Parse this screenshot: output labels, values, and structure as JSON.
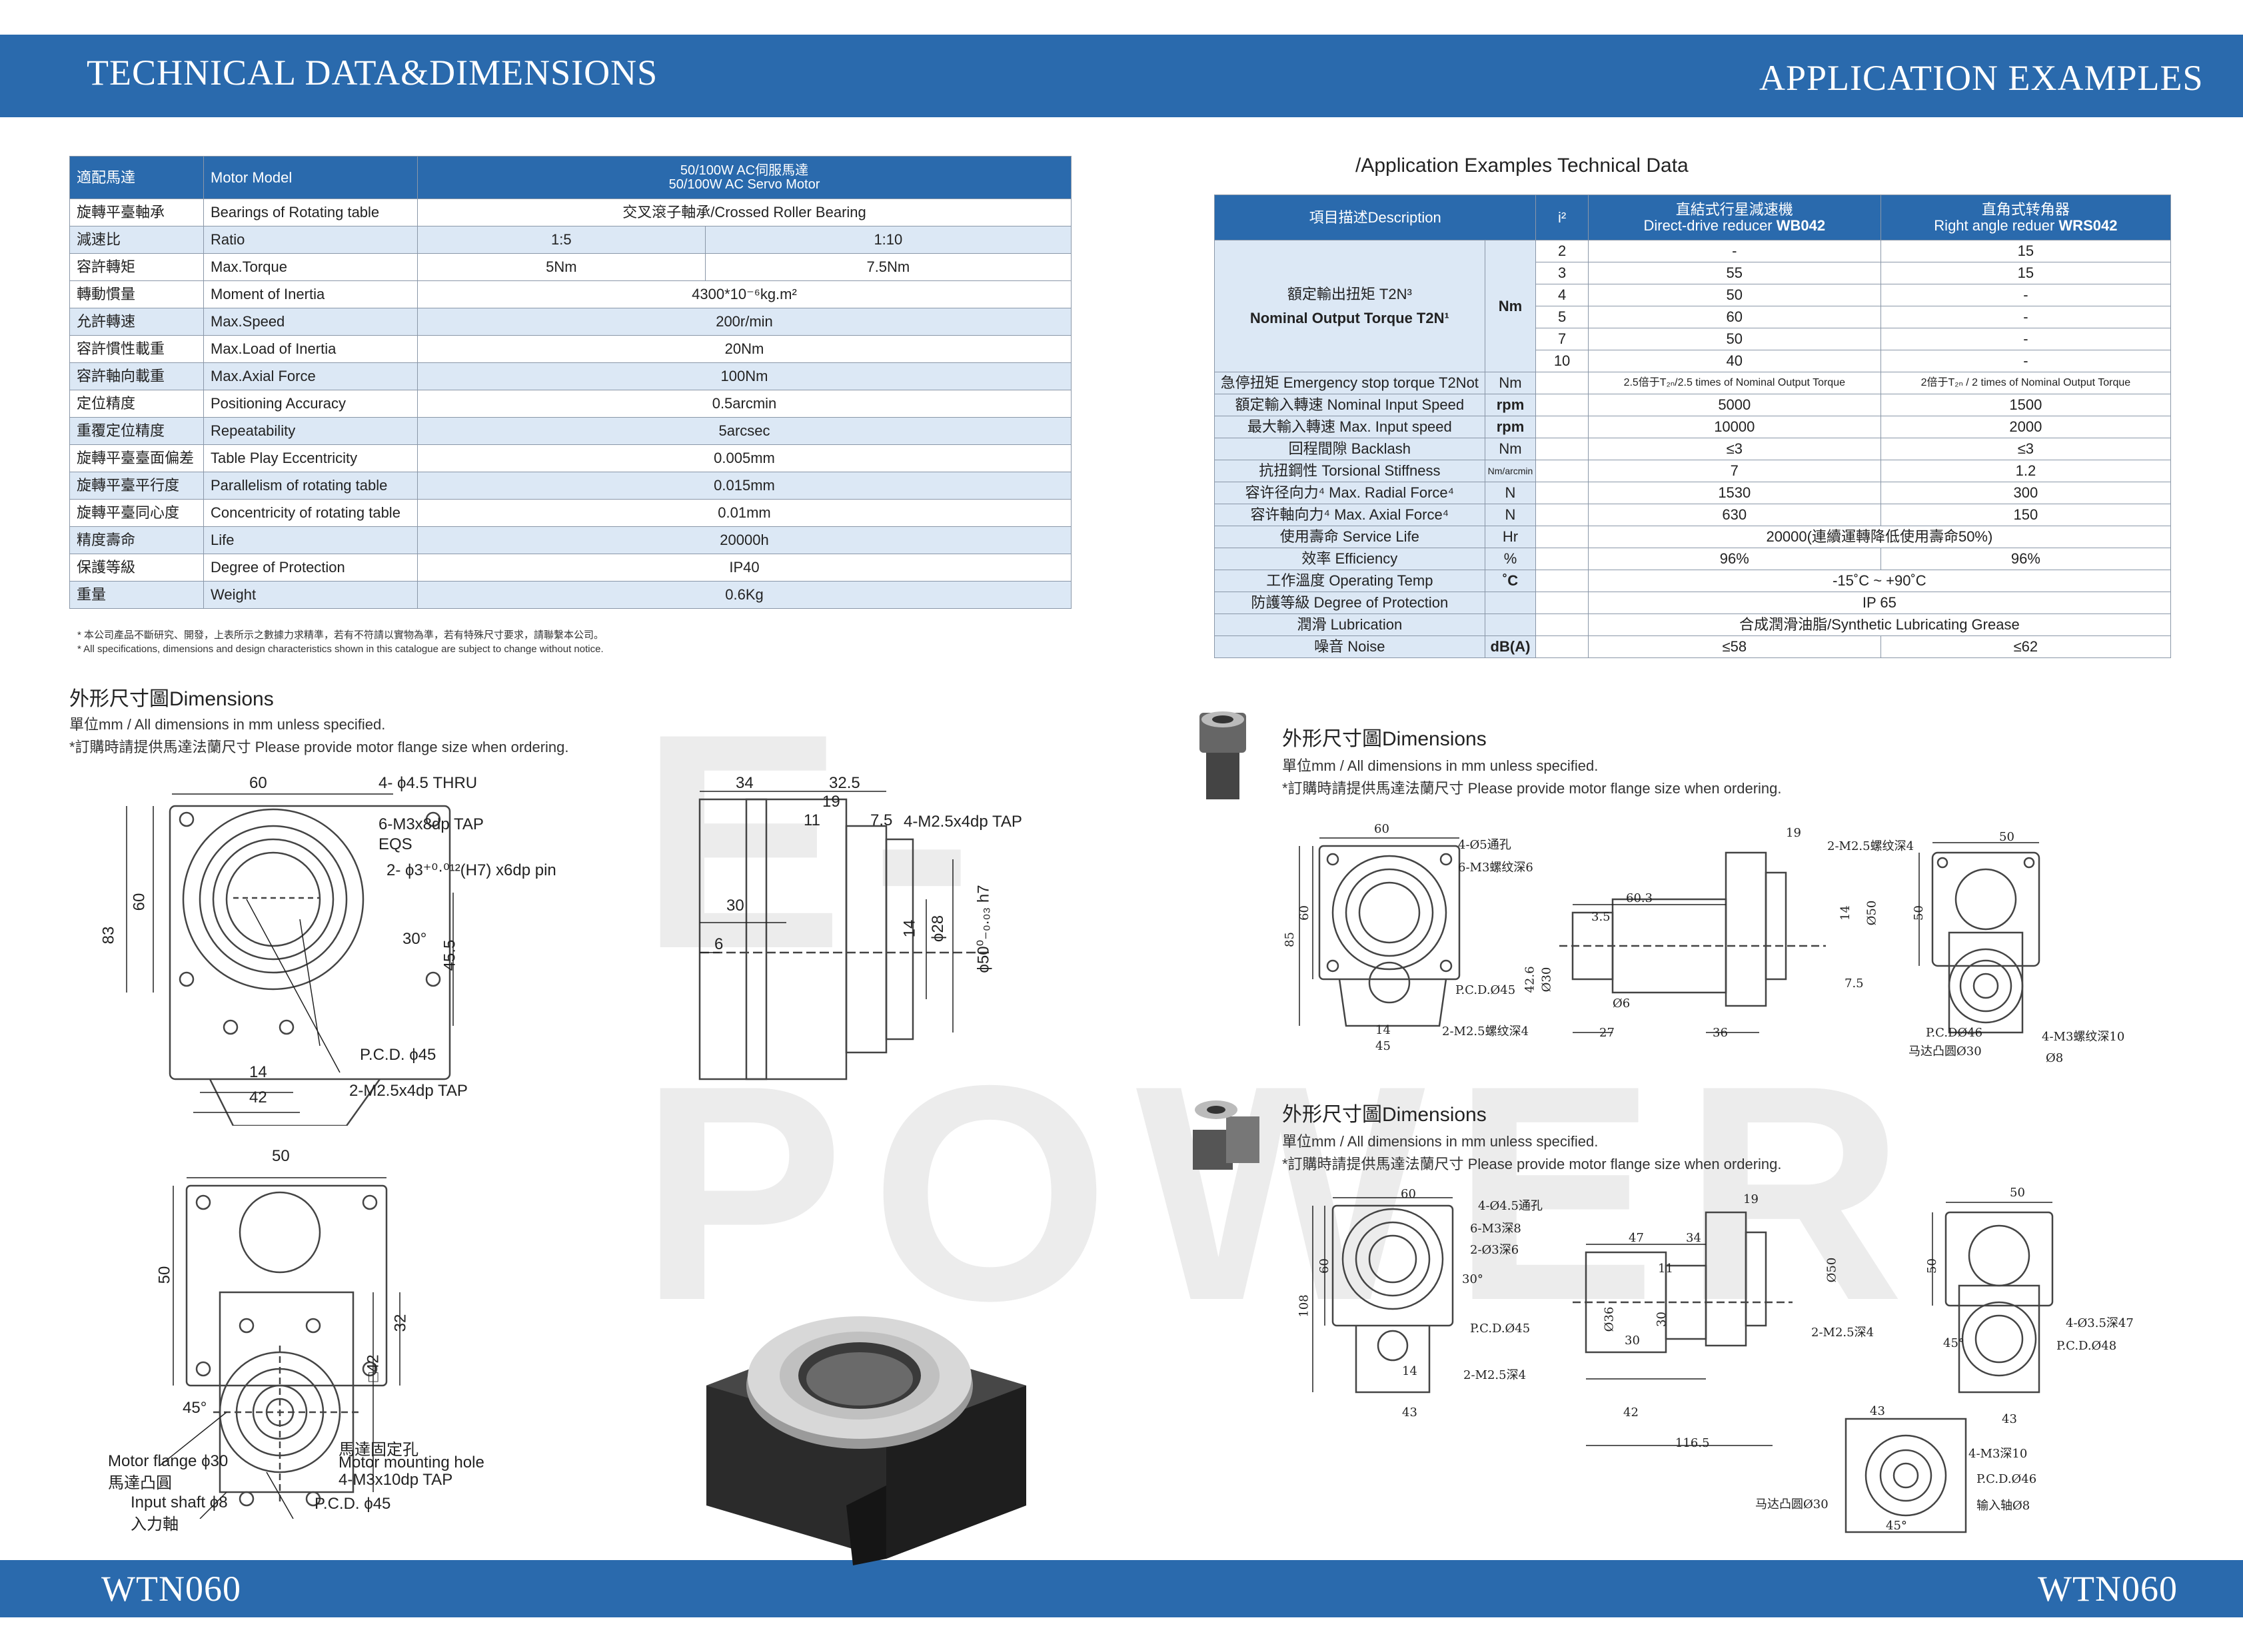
{
  "header": {
    "left_title": "TECHNICAL DATA&DIMENSIONS",
    "right_title": "APPLICATION EXAMPLES"
  },
  "footer": {
    "left": "WTN060",
    "right": "WTN060"
  },
  "watermark": "E-POWER",
  "spec_table": {
    "head": {
      "col1": "適配馬達",
      "col2": "Motor Model",
      "col3_line1": "50/100W AC伺服馬達",
      "col3_line2": "50/100W AC Servo Motor"
    },
    "bearing": {
      "zh": "旋轉平臺軸承",
      "en": "Bearings of Rotating table",
      "value": "交叉滾子軸承/Crossed Roller Bearing"
    },
    "ratio": {
      "zh": "減速比",
      "en": "Ratio",
      "a": "1:5",
      "b": "1:10"
    },
    "torque": {
      "zh": "容許轉矩",
      "en": "Max.Torque",
      "a": "5Nm",
      "b": "7.5Nm"
    },
    "rows": [
      {
        "zh": "轉動慣量",
        "en": "Moment of Inertia",
        "value": "4300*10⁻⁶kg.m²"
      },
      {
        "zh": "允許轉速",
        "en": "Max.Speed",
        "value": "200r/min"
      },
      {
        "zh": "容許慣性載重",
        "en": "Max.Load of Inertia",
        "value": "20Nm"
      },
      {
        "zh": "容許軸向載重",
        "en": "Max.Axial Force",
        "value": "100Nm"
      },
      {
        "zh": "定位精度",
        "en": "Positioning Accuracy",
        "value": "0.5arcmin"
      },
      {
        "zh": "重覆定位精度",
        "en": "Repeatability",
        "value": "5arcsec"
      },
      {
        "zh": "旋轉平臺臺面偏差",
        "en": "Table Play Eccentricity",
        "value": "0.005mm"
      },
      {
        "zh": "旋轉平臺平行度",
        "en": "Parallelism of rotating table",
        "value": "0.015mm"
      },
      {
        "zh": "旋轉平臺同心度",
        "en": "Concentricity of rotating table",
        "value": "0.01mm"
      },
      {
        "zh": "精度壽命",
        "en": "Life",
        "value": "20000h"
      },
      {
        "zh": "保護等級",
        "en": "Degree of Protection",
        "value": "IP40"
      },
      {
        "zh": "重量",
        "en": "Weight",
        "value": "0.6Kg"
      }
    ],
    "note1": "* 本公司產品不斷研究、開發，上表所示之數據力求精準，若有不符請以實物為準，若有特殊尺寸要求，請聯繫本公司。",
    "note2": "* All specifications, dimensions and design characteristics shown in this catalogue are subject to change without notice."
  },
  "dims_left": {
    "title": "外形尺寸圖Dimensions",
    "unit": "單位mm / All dimensions in mm unless specified.",
    "order": "*訂購時請提供馬達法蘭尺寸 Please provide motor flange size when ordering.",
    "labels": {
      "l60": "60",
      "l83": "83",
      "l60v": "60",
      "thru": "4- ϕ4.5 THRU",
      "tap6": "6-M3x8dp TAP",
      "eqs": "EQS",
      "pin": "2- ϕ3⁺⁰·⁰¹²(H7) x6dp pin",
      "a30": "30°",
      "l455": "45.5",
      "pcd": "P.C.D. ϕ45",
      "l14": "14",
      "l42": "42",
      "tap2": "2-M2.5x4dp TAP",
      "s34": "34",
      "s325": "32.5",
      "s19": "19",
      "s11": "11",
      "s75": "7.5",
      "s30": "30",
      "s6": "6",
      "s14": "14",
      "s28": "ϕ28",
      "s50": "ϕ50⁰₋₀.₀₃ h7",
      "stap": "4-M2.5x4dp TAP",
      "b50": "50",
      "b50v": "50",
      "b32": "32",
      "b42": "□42",
      "b45": "45°",
      "flange": "Motor flange ϕ30",
      "flange_zh": "馬達凸圓",
      "hole_zh": "馬達固定孔",
      "hole": "Motor mounting hole",
      "hole_tap": "4-M3x10dp TAP",
      "shaft": "Input shaft ϕ8",
      "shaft_zh": "入力軸",
      "bpcd": "P.C.D. ϕ45"
    }
  },
  "app": {
    "title": "/Application  Examples  Technical  Data",
    "head": {
      "desc": "項目描述Description",
      "i": "i²",
      "wb_zh": "直結式行星減速機",
      "wb_en_a": "Direct-drive reducer ",
      "wb_en_b": "WB042",
      "wrs_zh": "直角式转角器",
      "wrs_en_a": "Right angle reduer ",
      "wrs_en_b": "WRS042"
    },
    "torque": {
      "zh": "額定輸出扭矩  T2N³",
      "en": "Nominal Output Torque T2N¹",
      "unit": "Nm",
      "rows": [
        {
          "i": "2",
          "wb": "-",
          "wrs": "15"
        },
        {
          "i": "3",
          "wb": "55",
          "wrs": "15"
        },
        {
          "i": "4",
          "wb": "50",
          "wrs": "-"
        },
        {
          "i": "5",
          "wb": "60",
          "wrs": "-"
        },
        {
          "i": "7",
          "wb": "50",
          "wrs": "-"
        },
        {
          "i": "10",
          "wb": "40",
          "wrs": "-"
        }
      ]
    },
    "emergency": {
      "label": "急停扭矩 Emergency stop torque T2Not",
      "unit": "Nm",
      "wb": "2.5倍于T₂ₙ/2.5 times of Nominal Output Torque",
      "wrs": "2倍于T₂ₙ / 2 times of Nominal Output Torque"
    },
    "rows2": [
      {
        "label": "額定輸入轉速 Nominal Input Speed",
        "unit": "rpm",
        "wb": "5000",
        "wrs": "1500"
      },
      {
        "label": "最大輸入轉速 Max. Input speed",
        "unit": "rpm",
        "wb": "10000",
        "wrs": "2000"
      },
      {
        "label": "回程間隙 Backlash",
        "unit": "Nm",
        "wb": "≤3",
        "wrs": "≤3"
      },
      {
        "label": "抗扭鋼性 Torsional Stiffness",
        "unit": "Nm/arcmin",
        "wb": "7",
        "wrs": "1.2"
      },
      {
        "label": "容许径向力⁴ Max. Radial Force⁴",
        "unit": "N",
        "wb": "1530",
        "wrs": "300"
      },
      {
        "label": "容许軸向力⁴ Max. Axial Force⁴",
        "unit": "N",
        "wb": "630",
        "wrs": "150"
      }
    ],
    "life": {
      "label": "使用壽命 Service Life",
      "unit": "Hr",
      "value": "20000(連續運轉降低使用壽命50%)"
    },
    "eff": {
      "label": "效率 Efficiency",
      "unit": "%",
      "wb": "96%",
      "wrs": "96%"
    },
    "temp": {
      "label": "工作溫度 Operating Temp",
      "unit": "˚C",
      "value": "-15˚C ~ +90˚C"
    },
    "prot": {
      "label": "防護等級 Degree of Protection",
      "unit": "",
      "value": "IP 65"
    },
    "lube": {
      "label": "潤滑 Lubrication",
      "unit": "",
      "value": "合成潤滑油脂/Synthetic Lubricating Grease"
    },
    "noise": {
      "label": "噪音 Noise",
      "unit": "dB(A)",
      "wb": "≤58",
      "wrs": "≤62"
    }
  },
  "dims_r1": {
    "title": "外形尺寸圖Dimensions",
    "unit": "單位mm / All dimensions in mm unless specified.",
    "order": "*訂購時請提供馬達法蘭尺寸 Please provide motor flange size when ordering.",
    "labels": {
      "a60": "60",
      "a60v": "60",
      "a85": "85",
      "a4": "4-Ø5通孔",
      "a6": "6-M3螺纹深6",
      "apcd": "P.C.D.Ø45",
      "a14": "14",
      "a45": "45",
      "atap": "2-M2.5螺纹深4",
      "b603": "60.3",
      "b35": "3.5",
      "b426": "42.6",
      "b30": "Ø30",
      "b6": "Ø6",
      "b27": "27",
      "b36": "36",
      "b19": "19",
      "b2m": "2-M2.5螺纹深4",
      "b14": "14",
      "b50": "Ø50",
      "b75": "7.5",
      "c50": "50",
      "c50v": "50",
      "cpcd": "P.C.DØ46",
      "c4m": "4-M3螺纹深10",
      "cflange": "马达凸圆Ø30",
      "c8": "Ø8"
    }
  },
  "dims_r2": {
    "title": "外形尺寸圖Dimensions",
    "unit": "單位mm / All dimensions in mm unless specified.",
    "order": "*訂購時請提供馬達法蘭尺寸 Please provide motor flange size when ordering.",
    "labels": {
      "a60": "60",
      "a60v": "60",
      "a108": "108",
      "a4": "4-Ø4.5通孔",
      "a6": "6-M3深8",
      "a2": "2-Ø3深6",
      "apcd": "P.C.D.Ø45",
      "a30": "30°",
      "atap": "2-M2.5深4",
      "a14": "14",
      "a43": "43",
      "b47": "47",
      "b34": "34",
      "b19": "19",
      "b11": "11",
      "b50": "Ø50",
      "b36": "Ø36",
      "b30": "30",
      "b30v": "30",
      "b42": "42",
      "b1165": "116.5",
      "b2m": "2-M2.5深4",
      "c50": "50",
      "c50v": "50",
      "c45": "45°",
      "c4": "4-Ø3.5深47",
      "cpcd": "P.C.D.Ø48",
      "c43": "43",
      "d43": "43",
      "d4m": "4-M3深10",
      "dpcd": "P.C.D.Ø46",
      "dflange": "马达凸圆Ø30",
      "dshaft": "输入轴Ø8",
      "d45": "45°"
    }
  }
}
